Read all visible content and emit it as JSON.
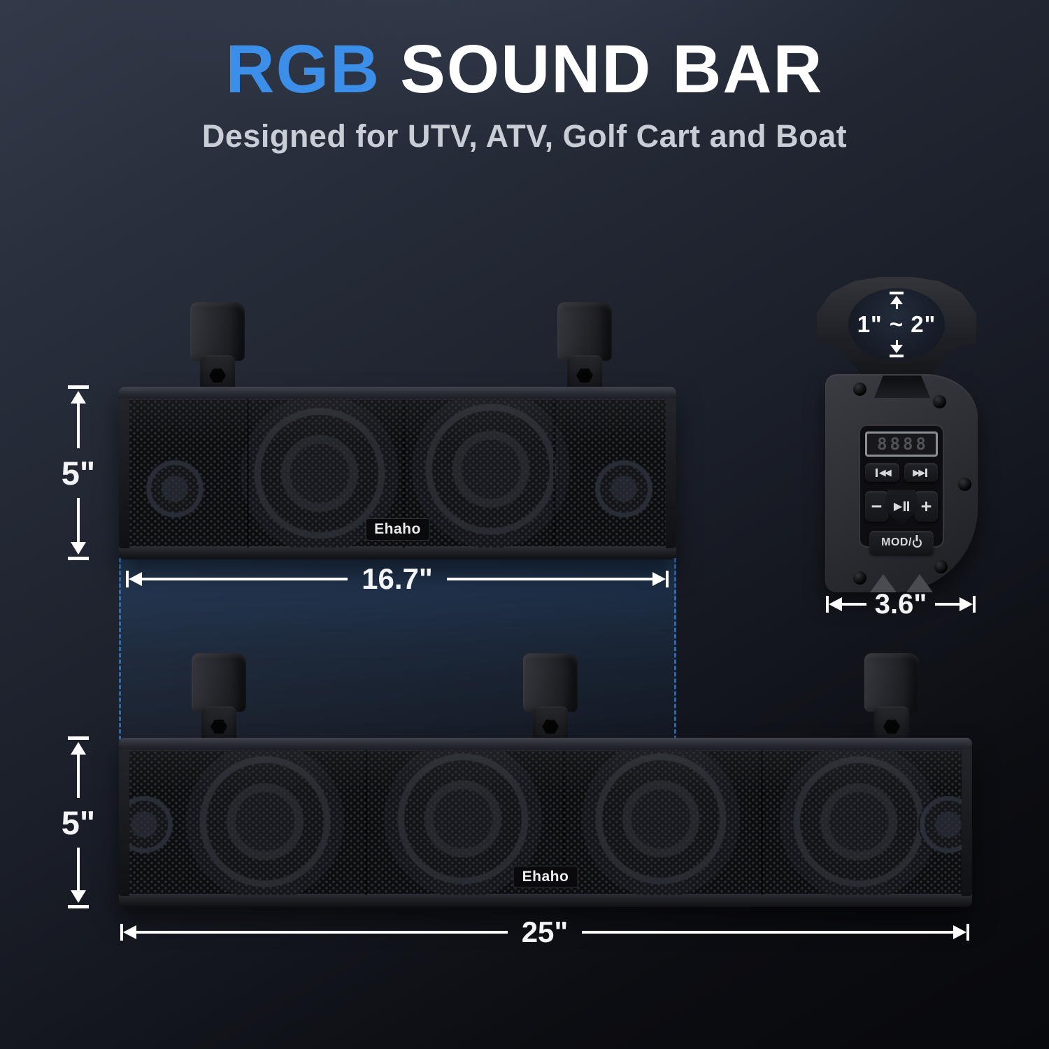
{
  "header": {
    "title_accent": "RGB",
    "title_rest": "SOUND BAR",
    "subtitle": "Designed for UTV, ATV, Golf Cart and Boat"
  },
  "brand": {
    "logo": "Ehaho"
  },
  "dimensions": {
    "top_bar_height": "5\"",
    "top_bar_width": "16.7\"",
    "bottom_bar_height": "5\"",
    "bottom_bar_width": "25\"",
    "clamp_diameter_range": "1\" ~ 2\"",
    "side_panel_width": "3.6\""
  },
  "control_panel": {
    "display_value": "8888",
    "prev_label": "◀◀",
    "next_label": "▶▶",
    "minus_label": "−",
    "play_label": "▶",
    "plus_label": "+",
    "mode_label": "MOD/"
  },
  "colors": {
    "accent_blue": "#3b8fe9",
    "overlay_blue": "#2f6bb0",
    "background_top": "#323a49",
    "background_bottom": "#08090c"
  }
}
